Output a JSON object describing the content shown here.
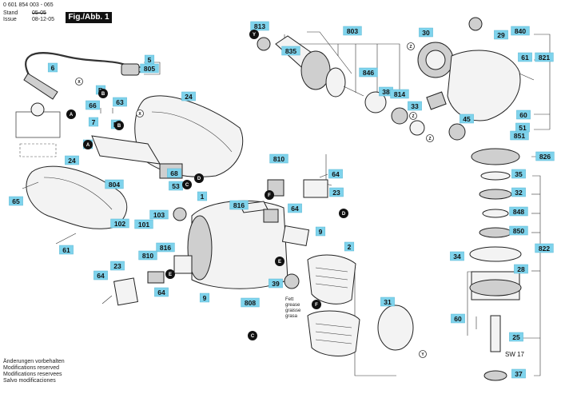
{
  "header": {
    "part_number": "0 601 854 003 - 065",
    "stand_label": "Stand",
    "stand_value": "05-05",
    "issue_label": "Issue",
    "issue_value": "08-12-05",
    "figure_label": "Fig./Abb. 1"
  },
  "footer_notes": [
    "Änderungen vorbehalten",
    "Modifications reserved",
    "Modifications reservees",
    "Salvo modificaciones"
  ],
  "grease_note": [
    "Fett",
    "grease",
    "graisse",
    "grasa"
  ],
  "wrench_size": "SW 17",
  "labels": [
    "813",
    "803",
    "835",
    "30",
    "840",
    "29",
    "821",
    "61",
    "5",
    "805",
    "6",
    "B",
    "66",
    "63",
    "24",
    "7",
    "B",
    "A",
    "846",
    "38",
    "814",
    "33",
    "45",
    "60",
    "851",
    "51",
    "826",
    "24",
    "65",
    "804",
    "53",
    "68",
    "810",
    "64",
    "23",
    "35",
    "32",
    "848",
    "850",
    "1",
    "816",
    "64",
    "103",
    "102",
    "101",
    "61",
    "816",
    "810",
    "23",
    "64",
    "64",
    "9",
    "2",
    "822",
    "34",
    "28",
    "39",
    "808",
    "9",
    "31",
    "60",
    "25",
    "37"
  ],
  "connectors": [
    "Y",
    "X",
    "B",
    "A",
    "B",
    "A",
    "X",
    "Z",
    "Z",
    "Z",
    "C",
    "D",
    "F",
    "D",
    "E",
    "F",
    "C",
    "Y",
    "E"
  ]
}
